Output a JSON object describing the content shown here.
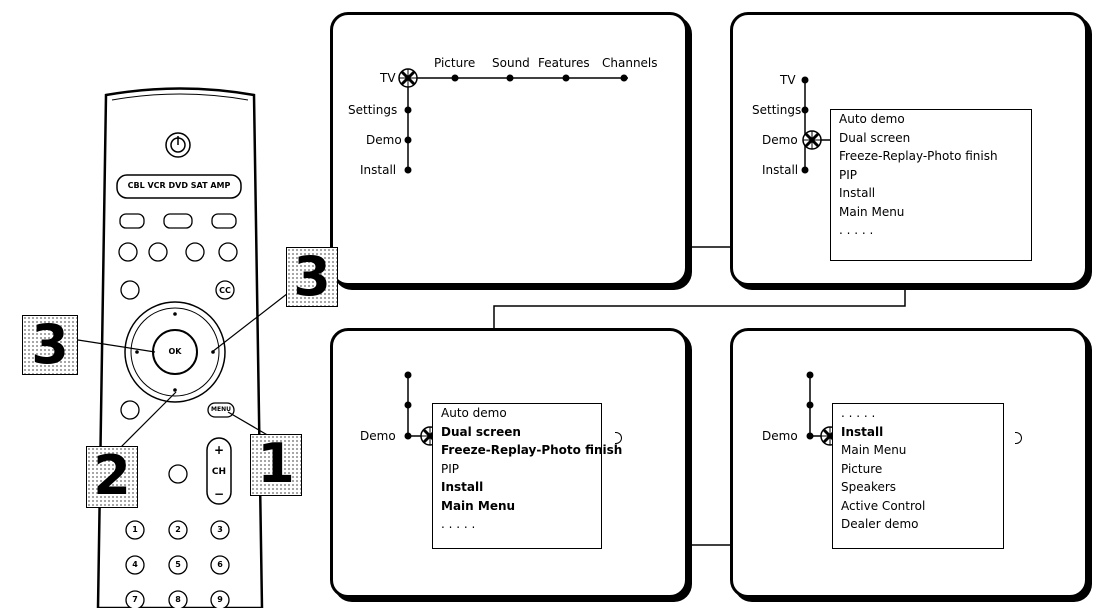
{
  "top_menu": {
    "root": "TV",
    "items": [
      "Picture",
      "Sound",
      "Features",
      "Channels"
    ],
    "left_items": [
      "Settings",
      "Demo",
      "Install"
    ]
  },
  "panel2": {
    "left_items": [
      "TV",
      "Settings",
      "Demo",
      "Install"
    ],
    "submenu": [
      "Auto demo",
      "Dual screen",
      "Freeze-Replay-Photo finish",
      "PIP",
      "Install",
      "Main Menu",
      ". . . . ."
    ]
  },
  "panel3": {
    "left_label": "Demo",
    "submenu": [
      "Auto demo",
      "Dual screen",
      "Freeze-Replay-Photo finish",
      "PIP",
      "Install",
      "Main Menu",
      ". . . . ."
    ]
  },
  "panel4": {
    "left_label": "Demo",
    "submenu": [
      ". . . . .",
      "Install",
      "Main Menu",
      "Picture",
      "Speakers",
      "Active Control",
      "Dealer demo"
    ]
  },
  "remote": {
    "source_buttons": "CBL VCR DVD SAT AMP",
    "ok_label": "OK",
    "ch_label": "CH",
    "menu_label": "MENU",
    "cc_label": "CC",
    "digits": [
      "1",
      "2",
      "3",
      "4",
      "5",
      "6",
      "7",
      "8",
      "9"
    ]
  },
  "step_numbers": {
    "left_three": "3",
    "right_three": "3",
    "two": "2",
    "one": "1"
  }
}
